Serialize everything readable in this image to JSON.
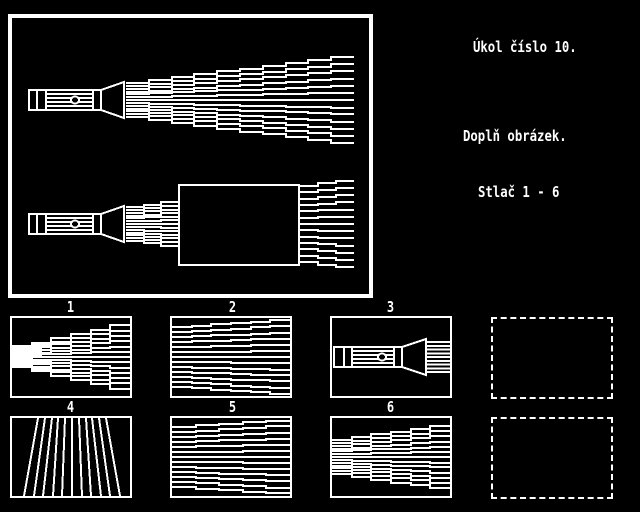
{
  "task": {
    "title": "Úkol číslo 10.",
    "instruction": "Doplň obrázek.",
    "prompt": "Stlač 1 - 6"
  },
  "options": [
    {
      "label": "1",
      "content": "beam-with-flash-tip"
    },
    {
      "label": "2",
      "content": "beam-lines"
    },
    {
      "label": "3",
      "content": "flashlight"
    },
    {
      "label": "4",
      "content": "vertical-fan-lines"
    },
    {
      "label": "5",
      "content": "beam-lines-variant"
    },
    {
      "label": "6",
      "content": "beam-lines-correct"
    }
  ],
  "answer_slots": [
    {
      "name": "empty-slot-top"
    },
    {
      "name": "empty-slot-bottom"
    }
  ],
  "colors": {
    "background": "#000000",
    "foreground": "#ffffff"
  }
}
